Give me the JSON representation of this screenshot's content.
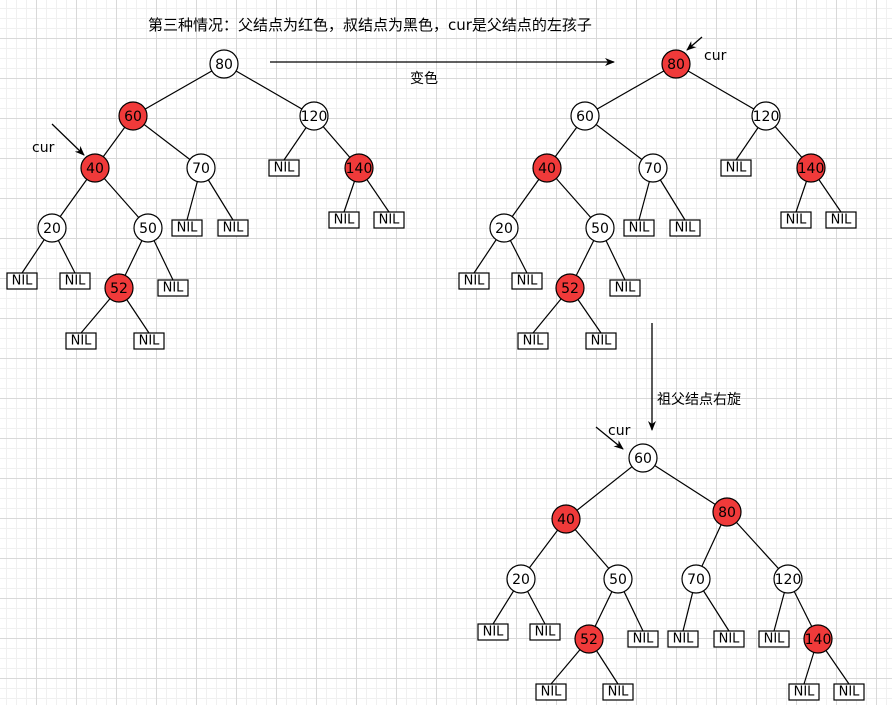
{
  "title": "第三种情况：父结点为红色，叔结点为黑色，cur是父结点的左孩子",
  "step_labels": {
    "recolor": "变色",
    "rotate": "祖父结点右旋"
  },
  "cur_label": "cur",
  "nil_label": "NIL",
  "colors": {
    "red": "#f03a3a",
    "black_node_fill": "#ffffff",
    "stroke": "#000000"
  },
  "trees": [
    {
      "name": "before",
      "nodes": [
        {
          "id": "80",
          "label": "80",
          "color": "black"
        },
        {
          "id": "60",
          "label": "60",
          "color": "red"
        },
        {
          "id": "120",
          "label": "120",
          "color": "black"
        },
        {
          "id": "40",
          "label": "40",
          "color": "red"
        },
        {
          "id": "70",
          "label": "70",
          "color": "black"
        },
        {
          "id": "140",
          "label": "140",
          "color": "red"
        },
        {
          "id": "20",
          "label": "20",
          "color": "black"
        },
        {
          "id": "50",
          "label": "50",
          "color": "black"
        },
        {
          "id": "52",
          "label": "52",
          "color": "red"
        }
      ],
      "cur": "40"
    },
    {
      "name": "after-recolor",
      "nodes": [
        {
          "id": "80",
          "label": "80",
          "color": "red"
        },
        {
          "id": "60",
          "label": "60",
          "color": "black"
        },
        {
          "id": "120",
          "label": "120",
          "color": "black"
        },
        {
          "id": "40",
          "label": "40",
          "color": "red"
        },
        {
          "id": "70",
          "label": "70",
          "color": "black"
        },
        {
          "id": "140",
          "label": "140",
          "color": "red"
        },
        {
          "id": "20",
          "label": "20",
          "color": "black"
        },
        {
          "id": "50",
          "label": "50",
          "color": "black"
        },
        {
          "id": "52",
          "label": "52",
          "color": "red"
        }
      ],
      "cur": "80"
    },
    {
      "name": "after-rotate",
      "nodes": [
        {
          "id": "60",
          "label": "60",
          "color": "black"
        },
        {
          "id": "40",
          "label": "40",
          "color": "red"
        },
        {
          "id": "80",
          "label": "80",
          "color": "red"
        },
        {
          "id": "20",
          "label": "20",
          "color": "black"
        },
        {
          "id": "50",
          "label": "50",
          "color": "black"
        },
        {
          "id": "70",
          "label": "70",
          "color": "black"
        },
        {
          "id": "120",
          "label": "120",
          "color": "black"
        },
        {
          "id": "52",
          "label": "52",
          "color": "red"
        },
        {
          "id": "140",
          "label": "140",
          "color": "red"
        }
      ],
      "cur": "60"
    }
  ]
}
